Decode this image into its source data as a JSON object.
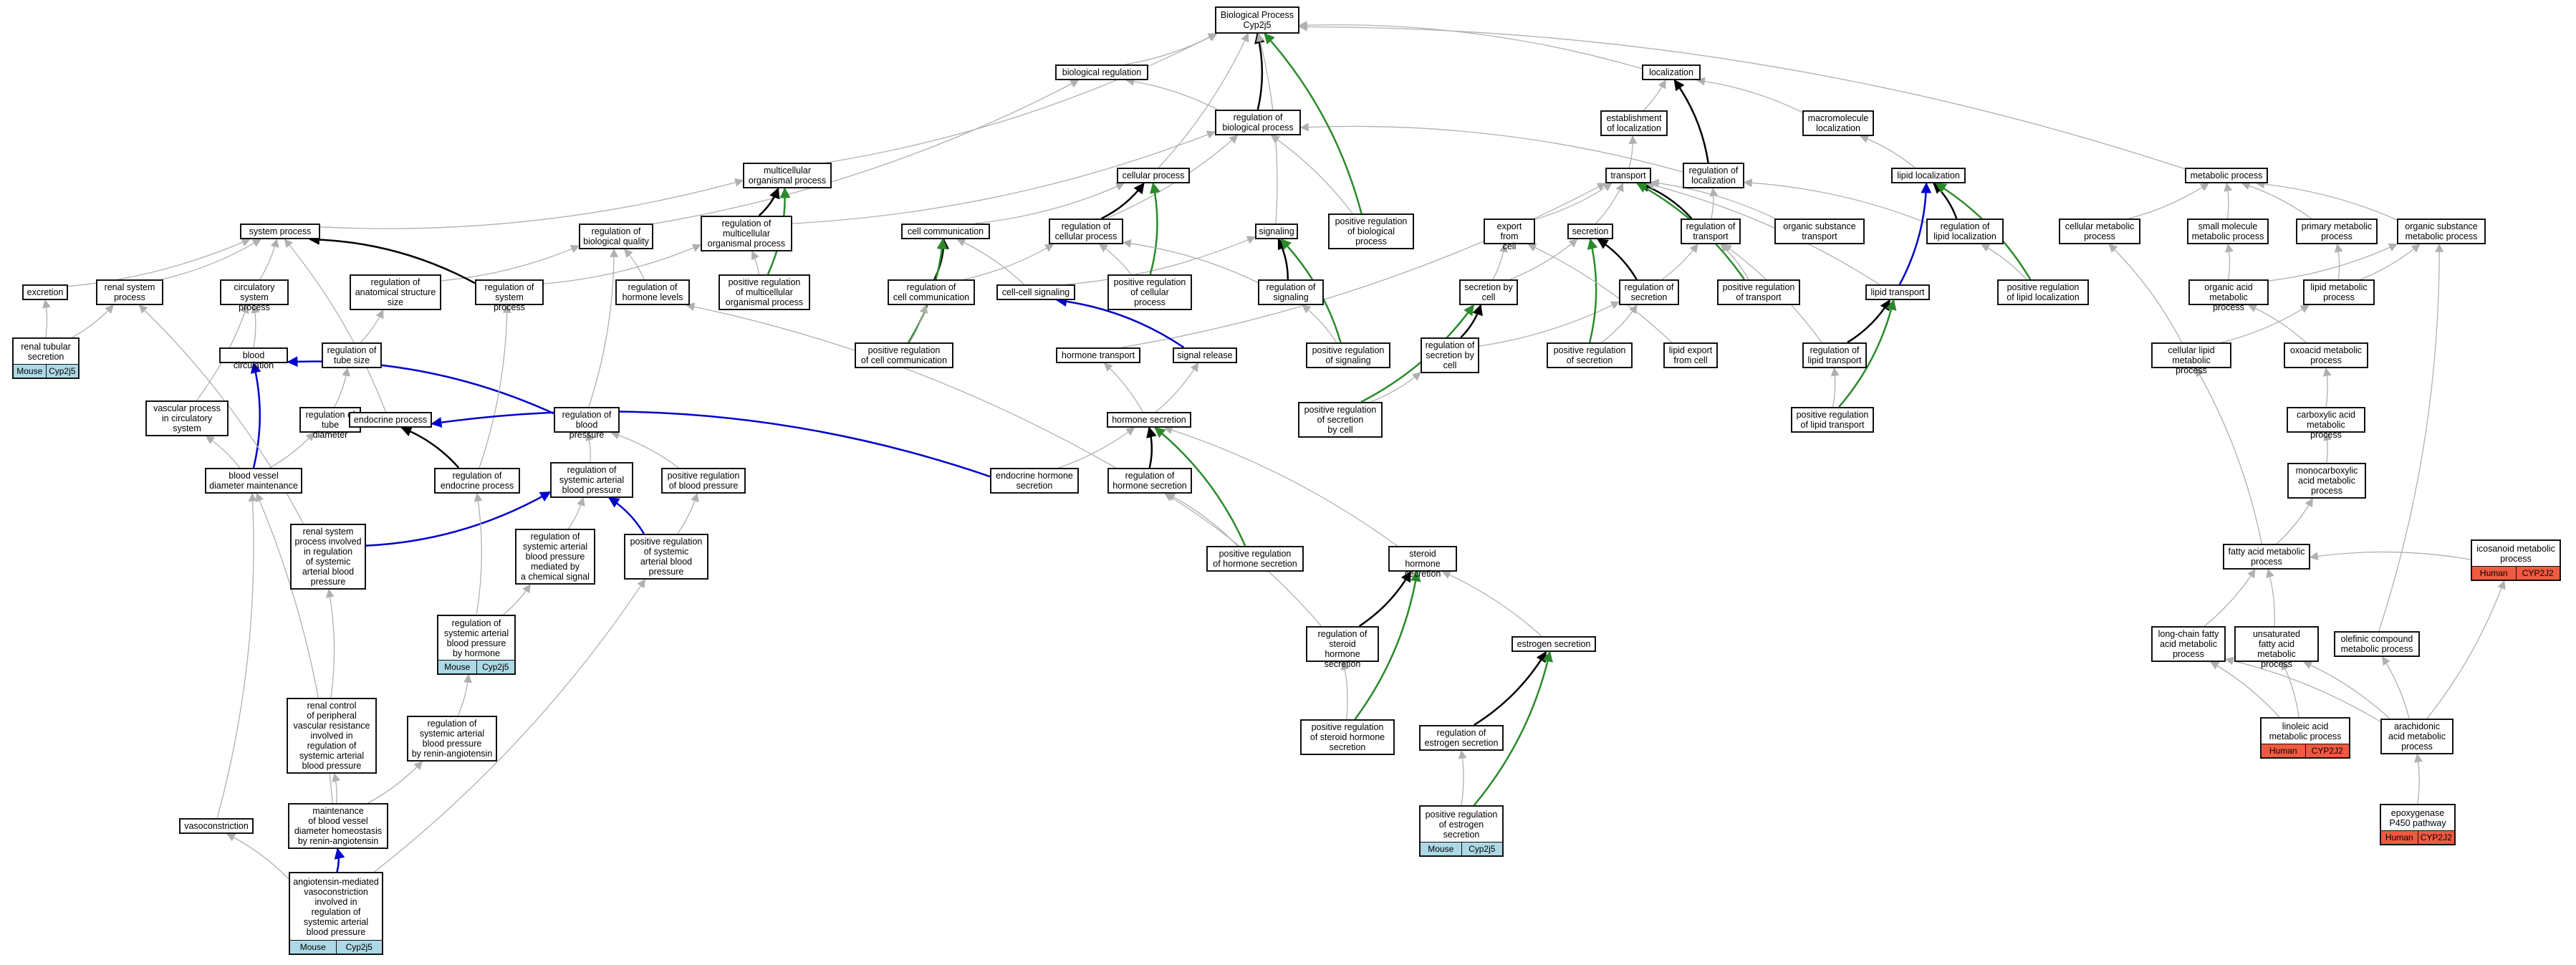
{
  "nodes": [
    {
      "id": "bp",
      "label": "Biological Process\nCyp2j5"
    },
    {
      "id": "bioreg",
      "label": "biological regulation"
    },
    {
      "id": "regbp",
      "label": "regulation of\nbiological process"
    },
    {
      "id": "loc",
      "label": "localization"
    },
    {
      "id": "estloc",
      "label": "establishment\nof localization"
    },
    {
      "id": "regloc",
      "label": "regulation of\nlocalization"
    },
    {
      "id": "macloc",
      "label": "macromolecule\nlocalization"
    },
    {
      "id": "multi",
      "label": "multicellular\norganismal process"
    },
    {
      "id": "cellp",
      "label": "cellular process"
    },
    {
      "id": "transport",
      "label": "transport"
    },
    {
      "id": "lipidloc",
      "label": "lipid localization"
    },
    {
      "id": "metab",
      "label": "metabolic process"
    },
    {
      "id": "sysp",
      "label": "system process"
    },
    {
      "id": "regbq",
      "label": "regulation of\nbiological quality"
    },
    {
      "id": "regmulti",
      "label": "regulation of\nmulticellular\norganismal process"
    },
    {
      "id": "cellcomm",
      "label": "cell communication"
    },
    {
      "id": "regcellp",
      "label": "regulation of\ncellular process"
    },
    {
      "id": "signaling",
      "label": "signaling"
    },
    {
      "id": "posregbp",
      "label": "positive regulation\nof biological\nprocess"
    },
    {
      "id": "export",
      "label": "export from\ncell"
    },
    {
      "id": "secretion",
      "label": "secretion"
    },
    {
      "id": "regtrans",
      "label": "regulation of\ntransport"
    },
    {
      "id": "orgsubtr",
      "label": "organic substance\ntransport"
    },
    {
      "id": "reglipidloc",
      "label": "regulation of\nlipid localization"
    },
    {
      "id": "cellmet",
      "label": "cellular metabolic\nprocess"
    },
    {
      "id": "smallmol",
      "label": "small molecule\nmetabolic process"
    },
    {
      "id": "primmet",
      "label": "primary metabolic\nprocess"
    },
    {
      "id": "orgsubmet",
      "label": "organic substance\nmetabolic process"
    },
    {
      "id": "excretion",
      "label": "excretion"
    },
    {
      "id": "renalsys",
      "label": "renal system\nprocess"
    },
    {
      "id": "circ",
      "label": "circulatory\nsystem process"
    },
    {
      "id": "reganat",
      "label": "regulation of\nanatomical structure\nsize"
    },
    {
      "id": "regsysp",
      "label": "regulation of\nsystem process"
    },
    {
      "id": "reghorm",
      "label": "regulation of\nhormone levels"
    },
    {
      "id": "posregmulti",
      "label": "positive regulation\nof multicellular\norganismal process"
    },
    {
      "id": "regcellcomm",
      "label": "regulation of\ncell communication"
    },
    {
      "id": "cellcellsig",
      "label": "cell-cell signaling"
    },
    {
      "id": "posregcellp",
      "label": "positive regulation\nof cellular\nprocess"
    },
    {
      "id": "regsig",
      "label": "regulation of\nsignaling"
    },
    {
      "id": "secbycell",
      "label": "secretion by\ncell"
    },
    {
      "id": "regsec",
      "label": "regulation of\nsecretion"
    },
    {
      "id": "posregtrans",
      "label": "positive regulation\nof transport"
    },
    {
      "id": "lipidtr",
      "label": "lipid transport"
    },
    {
      "id": "posreglipidloc",
      "label": "positive regulation\nof lipid localization"
    },
    {
      "id": "orgacid",
      "label": "organic acid\nmetabolic process"
    },
    {
      "id": "lipidmet",
      "label": "lipid metabolic\nprocess"
    },
    {
      "id": "renaltub",
      "label": "renal tubular\nsecretion",
      "ann": [
        "Mouse",
        "Cyp2j5"
      ],
      "annColor": "#add8e6"
    },
    {
      "id": "bloodcirc",
      "label": "blood circulation"
    },
    {
      "id": "regtube",
      "label": "regulation of\ntube size"
    },
    {
      "id": "posregcellcomm",
      "label": "positive regulation\nof cell communication"
    },
    {
      "id": "hormtr",
      "label": "hormone transport"
    },
    {
      "id": "sigrel",
      "label": "signal release"
    },
    {
      "id": "posregsig",
      "label": "positive regulation\nof signaling"
    },
    {
      "id": "regsecbycell",
      "label": "regulation of\nsecretion by\ncell"
    },
    {
      "id": "posregsec",
      "label": "positive regulation\nof secretion"
    },
    {
      "id": "lipidexp",
      "label": "lipid export\nfrom cell"
    },
    {
      "id": "reglipidtr",
      "label": "regulation of\nlipid transport"
    },
    {
      "id": "cellipid",
      "label": "cellular lipid\nmetabolic process"
    },
    {
      "id": "oxoacid",
      "label": "oxoacid metabolic\nprocess"
    },
    {
      "id": "vascular",
      "label": "vascular process\nin circulatory\nsystem"
    },
    {
      "id": "regtubediam",
      "label": "regulation of\ntube diameter"
    },
    {
      "id": "endoc",
      "label": "endocrine process"
    },
    {
      "id": "regbpress",
      "label": "regulation of\nblood pressure"
    },
    {
      "id": "hormsec",
      "label": "hormone secretion"
    },
    {
      "id": "posregsecbycell",
      "label": "positive regulation\nof secretion\nby cell"
    },
    {
      "id": "posreglipidtr",
      "label": "positive regulation\nof lipid transport"
    },
    {
      "id": "carbox",
      "label": "carboxylic acid\nmetabolic process"
    },
    {
      "id": "bvdiam",
      "label": "blood vessel\ndiameter maintenance"
    },
    {
      "id": "regendoc",
      "label": "regulation of\nendocrine process"
    },
    {
      "id": "regsysart",
      "label": "regulation of\nsystemic arterial\nblood pressure"
    },
    {
      "id": "posregbpress",
      "label": "positive regulation\nof blood pressure"
    },
    {
      "id": "endochormsec",
      "label": "endocrine hormone\nsecretion"
    },
    {
      "id": "reghormsec",
      "label": "regulation of\nhormone secretion"
    },
    {
      "id": "monocarb",
      "label": "monocarboxylic\nacid metabolic\nprocess"
    },
    {
      "id": "renalinv",
      "label": "renal system\nprocess involved\nin regulation\nof systemic\narterial blood\npressure"
    },
    {
      "id": "regsysartchem",
      "label": "regulation of\nsystemic arterial\nblood pressure\nmediated by\na chemical signal"
    },
    {
      "id": "posregsysart",
      "label": "positive regulation\nof systemic\narterial blood\npressure"
    },
    {
      "id": "posreghormsec",
      "label": "positive regulation\nof hormone secretion"
    },
    {
      "id": "steroidhorm",
      "label": "steroid hormone\nsecretion"
    },
    {
      "id": "fattyacid",
      "label": "fatty acid metabolic\nprocess"
    },
    {
      "id": "icosanoid",
      "label": "icosanoid metabolic\nprocess",
      "ann": [
        "Human",
        "CYP2J2"
      ],
      "annColor": "#f05a40"
    },
    {
      "id": "regsysarthorm",
      "label": "regulation of\nsystemic arterial\nblood pressure\nby hormone",
      "ann": [
        "Mouse",
        "Cyp2j5"
      ],
      "annColor": "#add8e6"
    },
    {
      "id": "regsteroid",
      "label": "regulation of\nsteroid hormone\nsecretion"
    },
    {
      "id": "estrogensec",
      "label": "estrogen secretion"
    },
    {
      "id": "longchain",
      "label": "long-chain fatty\nacid metabolic\nprocess"
    },
    {
      "id": "unsat",
      "label": "unsaturated\nfatty acid metabolic\nprocess"
    },
    {
      "id": "olefinic",
      "label": "olefinic compound\nmetabolic process"
    },
    {
      "id": "renalctrl",
      "label": "renal control\nof peripheral\nvascular resistance\ninvolved in\nregulation of\nsystemic arterial\nblood pressure"
    },
    {
      "id": "regsysartrenin",
      "label": "regulation of\nsystemic arterial\nblood pressure\nby renin-angiotensin"
    },
    {
      "id": "posregsteroid",
      "label": "positive regulation\nof steroid hormone\nsecretion"
    },
    {
      "id": "regestrogen",
      "label": "regulation of\nestrogen secretion"
    },
    {
      "id": "linoleic",
      "label": "linoleic acid\nmetabolic process",
      "ann": [
        "Human",
        "CYP2J2"
      ],
      "annColor": "#f05a40"
    },
    {
      "id": "arachidonic",
      "label": "arachidonic\nacid metabolic\nprocess"
    },
    {
      "id": "vasocon",
      "label": "vasoconstriction"
    },
    {
      "id": "maintbv",
      "label": "maintenance\nof blood vessel\ndiameter homeostasis\nby renin-angiotensin"
    },
    {
      "id": "posregestrogen",
      "label": "positive regulation\nof estrogen\nsecretion",
      "ann": [
        "Mouse",
        "Cyp2j5"
      ],
      "annColor": "#add8e6"
    },
    {
      "id": "epoxy",
      "label": "epoxygenase\nP450 pathway",
      "ann": [
        "Human",
        "CYP2J2"
      ],
      "annColor": "#f05a40"
    },
    {
      "id": "angio",
      "label": "angiotensin-mediated\nvasoconstriction\ninvolved in\nregulation of\nsystemic arterial\nblood pressure",
      "ann": [
        "Mouse",
        "Cyp2j5"
      ],
      "annColor": "#add8e6"
    }
  ],
  "edges": [
    [
      "bioreg",
      "bp",
      "gray"
    ],
    [
      "regbp",
      "bp",
      "black"
    ],
    [
      "regbp",
      "bioreg",
      "gray"
    ],
    [
      "loc",
      "bp",
      "gray"
    ],
    [
      "estloc",
      "loc",
      "gray"
    ],
    [
      "regloc",
      "loc",
      "black"
    ],
    [
      "regloc",
      "regbp",
      "gray"
    ],
    [
      "macloc",
      "loc",
      "gray"
    ],
    [
      "multi",
      "bp",
      "gray"
    ],
    [
      "cellp",
      "bp",
      "gray"
    ],
    [
      "transport",
      "estloc",
      "gray"
    ],
    [
      "lipidloc",
      "macloc",
      "gray"
    ],
    [
      "metab",
      "bp",
      "gray"
    ],
    [
      "sysp",
      "multi",
      "gray"
    ],
    [
      "regbq",
      "bioreg",
      "gray"
    ],
    [
      "regmulti",
      "multi",
      "black"
    ],
    [
      "regmulti",
      "regbp",
      "gray"
    ],
    [
      "cellcomm",
      "cellp",
      "gray"
    ],
    [
      "regcellp",
      "cellp",
      "black"
    ],
    [
      "regcellp",
      "regbp",
      "gray"
    ],
    [
      "signaling",
      "bp",
      "gray"
    ],
    [
      "posregbp",
      "regbp",
      "gray"
    ],
    [
      "posregbp",
      "bp",
      "green"
    ],
    [
      "export",
      "transport",
      "gray"
    ],
    [
      "secretion",
      "transport",
      "gray"
    ],
    [
      "regtrans",
      "transport",
      "black"
    ],
    [
      "regtrans",
      "regloc",
      "gray"
    ],
    [
      "orgsubtr",
      "transport",
      "gray"
    ],
    [
      "reglipidloc",
      "lipidloc",
      "black"
    ],
    [
      "reglipidloc",
      "regloc",
      "gray"
    ],
    [
      "cellmet",
      "metab",
      "gray"
    ],
    [
      "smallmol",
      "metab",
      "gray"
    ],
    [
      "primmet",
      "metab",
      "gray"
    ],
    [
      "orgsubmet",
      "metab",
      "gray"
    ],
    [
      "excretion",
      "sysp",
      "gray"
    ],
    [
      "renalsys",
      "sysp",
      "gray"
    ],
    [
      "circ",
      "sysp",
      "gray"
    ],
    [
      "reganat",
      "regbq",
      "gray"
    ],
    [
      "regsysp",
      "sysp",
      "black"
    ],
    [
      "regsysp",
      "regmulti",
      "gray"
    ],
    [
      "reghorm",
      "regbq",
      "gray"
    ],
    [
      "posregmulti",
      "multi",
      "green"
    ],
    [
      "posregmulti",
      "regmulti",
      "gray"
    ],
    [
      "regcellcomm",
      "cellcomm",
      "black"
    ],
    [
      "regcellcomm",
      "regcellp",
      "gray"
    ],
    [
      "cellcellsig",
      "cellcomm",
      "gray"
    ],
    [
      "cellcellsig",
      "signaling",
      "gray"
    ],
    [
      "posregcellp",
      "cellp",
      "green"
    ],
    [
      "posregcellp",
      "regcellp",
      "gray"
    ],
    [
      "regsig",
      "signaling",
      "black"
    ],
    [
      "regsig",
      "regcellp",
      "gray"
    ],
    [
      "secbycell",
      "secretion",
      "gray"
    ],
    [
      "secbycell",
      "export",
      "gray"
    ],
    [
      "regsec",
      "secretion",
      "black"
    ],
    [
      "regsec",
      "regtrans",
      "gray"
    ],
    [
      "posregtrans",
      "transport",
      "green"
    ],
    [
      "posregtrans",
      "regtrans",
      "gray"
    ],
    [
      "lipidtr",
      "lipidloc",
      "blue"
    ],
    [
      "lipidtr",
      "transport",
      "gray"
    ],
    [
      "posreglipidloc",
      "lipidloc",
      "green"
    ],
    [
      "posreglipidloc",
      "reglipidloc",
      "gray"
    ],
    [
      "orgacid",
      "smallmol",
      "gray"
    ],
    [
      "orgacid",
      "orgsubmet",
      "gray"
    ],
    [
      "lipidmet",
      "primmet",
      "gray"
    ],
    [
      "lipidmet",
      "orgsubmet",
      "gray"
    ],
    [
      "renaltub",
      "excretion",
      "gray"
    ],
    [
      "renaltub",
      "renalsys",
      "gray"
    ],
    [
      "bloodcirc",
      "circ",
      "gray"
    ],
    [
      "regtube",
      "reganat",
      "gray"
    ],
    [
      "posregcellcomm",
      "cellcomm",
      "green"
    ],
    [
      "posregcellcomm",
      "regcellcomm",
      "gray"
    ],
    [
      "hormtr",
      "transport",
      "gray"
    ],
    [
      "sigrel",
      "cellcellsig",
      "blue"
    ],
    [
      "posregsig",
      "signaling",
      "green"
    ],
    [
      "posregsig",
      "regsig",
      "gray"
    ],
    [
      "regsecbycell",
      "secbycell",
      "black"
    ],
    [
      "regsecbycell",
      "regsec",
      "gray"
    ],
    [
      "posregsec",
      "secretion",
      "green"
    ],
    [
      "posregsec",
      "regsec",
      "gray"
    ],
    [
      "lipidexp",
      "export",
      "gray"
    ],
    [
      "reglipidtr",
      "lipidtr",
      "black"
    ],
    [
      "reglipidtr",
      "regtrans",
      "gray"
    ],
    [
      "cellipid",
      "cellmet",
      "gray"
    ],
    [
      "cellipid",
      "lipidmet",
      "gray"
    ],
    [
      "oxoacid",
      "orgacid",
      "gray"
    ],
    [
      "vascular",
      "circ",
      "gray"
    ],
    [
      "regtubediam",
      "regtube",
      "gray"
    ],
    [
      "endoc",
      "sysp",
      "gray"
    ],
    [
      "regbpress",
      "bloodcirc",
      "blue"
    ],
    [
      "regbpress",
      "regbq",
      "gray"
    ],
    [
      "hormsec",
      "hormtr",
      "gray"
    ],
    [
      "hormsec",
      "sigrel",
      "gray"
    ],
    [
      "posregsecbycell",
      "secbycell",
      "green"
    ],
    [
      "posregsecbycell",
      "regsecbycell",
      "gray"
    ],
    [
      "posreglipidtr",
      "lipidtr",
      "green"
    ],
    [
      "posreglipidtr",
      "reglipidtr",
      "gray"
    ],
    [
      "carbox",
      "oxoacid",
      "gray"
    ],
    [
      "bvdiam",
      "bloodcirc",
      "blue"
    ],
    [
      "bvdiam",
      "vascular",
      "gray"
    ],
    [
      "bvdiam",
      "regtubediam",
      "gray"
    ],
    [
      "regendoc",
      "endoc",
      "black"
    ],
    [
      "regendoc",
      "regsysp",
      "gray"
    ],
    [
      "regsysart",
      "regbpress",
      "gray"
    ],
    [
      "posregbpress",
      "regbpress",
      "gray"
    ],
    [
      "endochormsec",
      "endoc",
      "blue"
    ],
    [
      "endochormsec",
      "hormsec",
      "gray"
    ],
    [
      "reghormsec",
      "hormsec",
      "black"
    ],
    [
      "reghormsec",
      "reghorm",
      "gray"
    ],
    [
      "monocarb",
      "carbox",
      "gray"
    ],
    [
      "renalinv",
      "regsysart",
      "blue"
    ],
    [
      "renalinv",
      "renalsys",
      "gray"
    ],
    [
      "regsysartchem",
      "regsysart",
      "gray"
    ],
    [
      "posregsysart",
      "regsysart",
      "blue"
    ],
    [
      "posregsysart",
      "posregbpress",
      "gray"
    ],
    [
      "posreghormsec",
      "hormsec",
      "green"
    ],
    [
      "posreghormsec",
      "reghormsec",
      "gray"
    ],
    [
      "steroidhorm",
      "hormsec",
      "gray"
    ],
    [
      "fattyacid",
      "monocarb",
      "gray"
    ],
    [
      "fattyacid",
      "cellipid",
      "gray"
    ],
    [
      "icosanoid",
      "fattyacid",
      "gray"
    ],
    [
      "regsysarthorm",
      "regsysartchem",
      "gray"
    ],
    [
      "regsysarthorm",
      "regendoc",
      "gray"
    ],
    [
      "regsteroid",
      "steroidhorm",
      "black"
    ],
    [
      "regsteroid",
      "reghormsec",
      "gray"
    ],
    [
      "estrogensec",
      "steroidhorm",
      "gray"
    ],
    [
      "longchain",
      "fattyacid",
      "gray"
    ],
    [
      "unsat",
      "fattyacid",
      "gray"
    ],
    [
      "olefinic",
      "orgsubmet",
      "gray"
    ],
    [
      "renalctrl",
      "renalinv",
      "gray"
    ],
    [
      "regsysartrenin",
      "regsysarthorm",
      "gray"
    ],
    [
      "posregsteroid",
      "steroidhorm",
      "green"
    ],
    [
      "posregsteroid",
      "regsteroid",
      "gray"
    ],
    [
      "regestrogen",
      "estrogensec",
      "black"
    ],
    [
      "linoleic",
      "longchain",
      "gray"
    ],
    [
      "linoleic",
      "unsat",
      "gray"
    ],
    [
      "arachidonic",
      "longchain",
      "gray"
    ],
    [
      "arachidonic",
      "unsat",
      "gray"
    ],
    [
      "arachidonic",
      "icosanoid",
      "gray"
    ],
    [
      "arachidonic",
      "olefinic",
      "gray"
    ],
    [
      "vasocon",
      "bvdiam",
      "gray"
    ],
    [
      "maintbv",
      "bvdiam",
      "gray"
    ],
    [
      "maintbv",
      "regsysartrenin",
      "gray"
    ],
    [
      "maintbv",
      "renalctrl",
      "gray"
    ],
    [
      "posregestrogen",
      "estrogensec",
      "green"
    ],
    [
      "posregestrogen",
      "regestrogen",
      "gray"
    ],
    [
      "epoxy",
      "arachidonic",
      "gray"
    ],
    [
      "angio",
      "maintbv",
      "blue"
    ],
    [
      "angio",
      "vasocon",
      "gray"
    ],
    [
      "angio",
      "posregsysart",
      "gray"
    ]
  ],
  "colors": {
    "gray": "#b0b0b0",
    "black": "#000000",
    "green": "#2a8a2a",
    "blue": "#0000cc"
  }
}
